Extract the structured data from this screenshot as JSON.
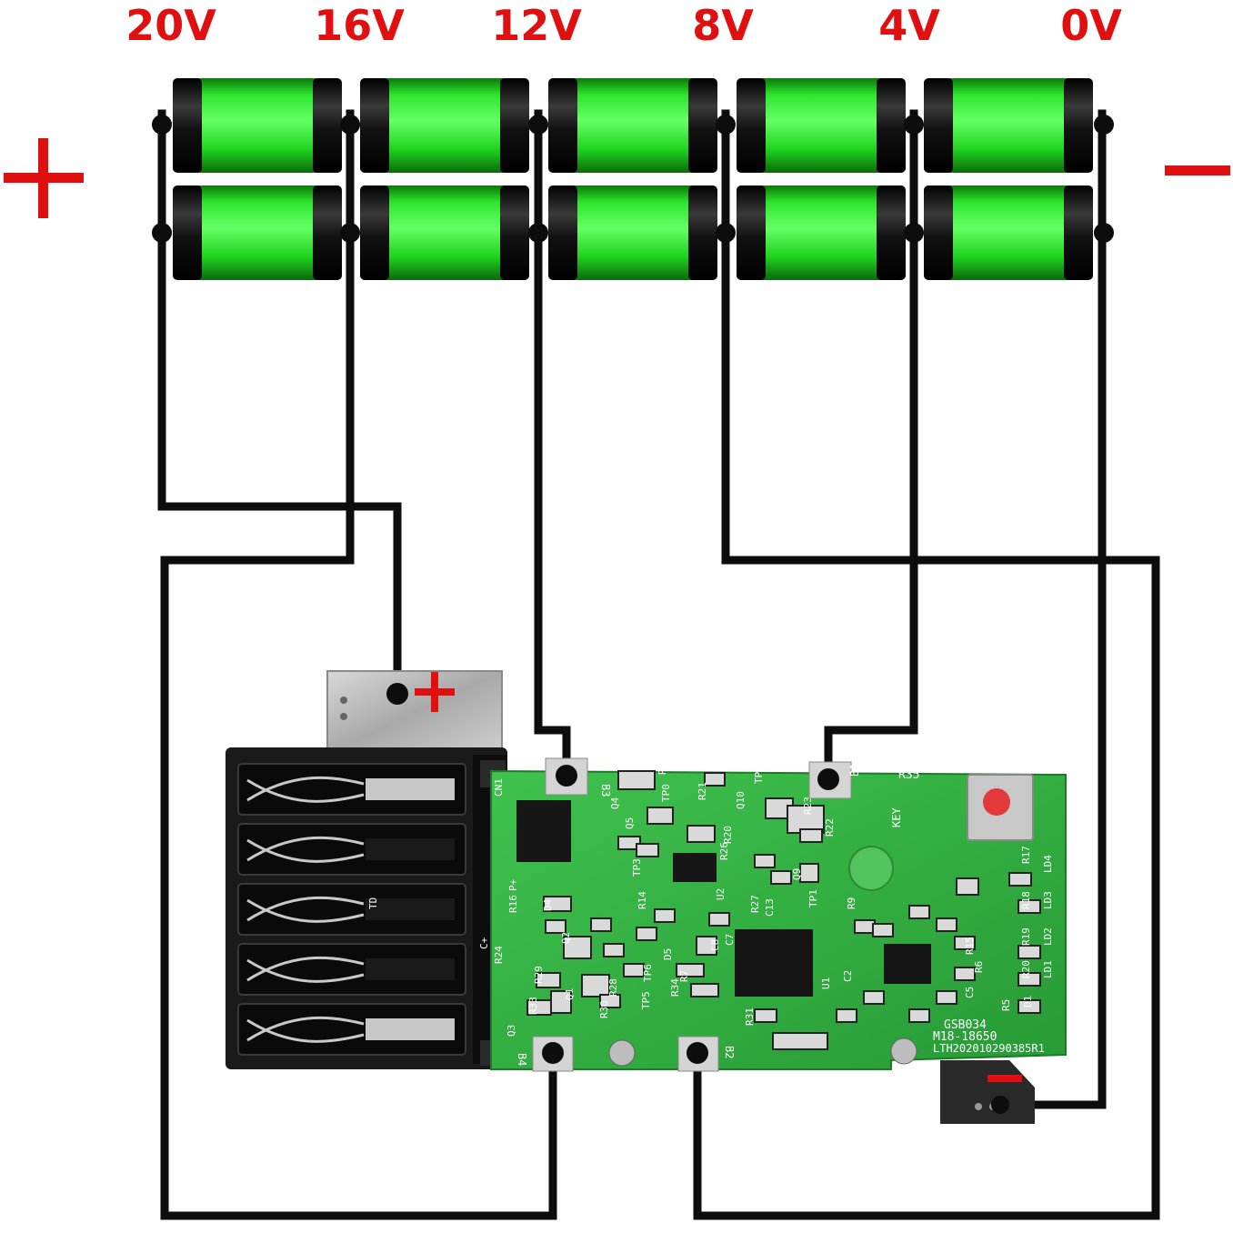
{
  "voltage_labels": [
    "20V",
    "16V",
    "12V",
    "8V",
    "4V",
    "0V"
  ],
  "pack_positive_symbol": "+",
  "pack_negative_symbol": "−",
  "board_positive_symbol": "+",
  "board_negative_symbol": "−",
  "pads": {
    "b1": "B1",
    "b2": "B2",
    "b3": "B3",
    "b4": "B4"
  },
  "board_markings": {
    "model_line1": "GSB034",
    "model_line2": "M18-18650",
    "model_line3": "LTH202010290385R1",
    "key": "KEY",
    "r35": "R35"
  },
  "component_labels": [
    "R1",
    "R21",
    "Q10",
    "TP4",
    "R23",
    "R22",
    "Q9",
    "R20",
    "R26",
    "TP0",
    "Q4",
    "Q5",
    "TP3",
    "R14",
    "R16",
    "D4",
    "Q2",
    "R29",
    "Q1",
    "R30",
    "R28",
    "TP5",
    "TP6",
    "D5",
    "R34",
    "R7",
    "C8",
    "C7",
    "U2",
    "R27",
    "C13",
    "TP1",
    "U1",
    "C2",
    "R9",
    "R17",
    "LD4",
    "R18",
    "LD3",
    "R19",
    "LD2",
    "R20",
    "LD1",
    "D1",
    "R5",
    "C5",
    "R6",
    "R15",
    "R31",
    "Q3",
    "R33",
    "R24",
    "C+",
    "P+",
    "CN1",
    "TD"
  ],
  "colors": {
    "cell_green": "#22ee22",
    "cell_cap": "#151515",
    "wire": "#0d0d0d",
    "label_red": "#e01010",
    "pcb_green": "#2fae3e",
    "terminal_metal": "#b9b9b9"
  }
}
